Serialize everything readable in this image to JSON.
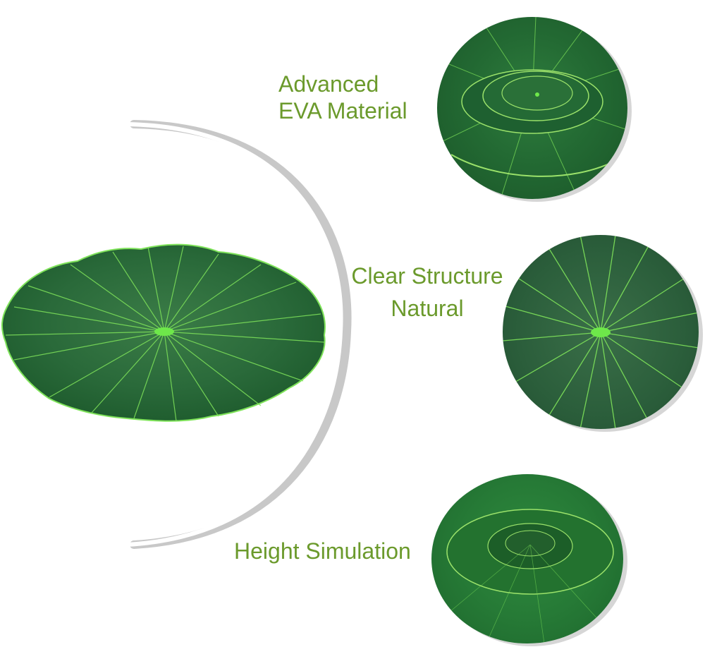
{
  "product": {
    "main_image": "lotus-leaf-main",
    "colors": {
      "text": "#6b9a2c",
      "leaf_dark": "#1f5a32",
      "leaf_mid": "#2d7a3c",
      "vein": "#7fe35a",
      "arc": "#c8c8c8"
    }
  },
  "features": [
    {
      "line1": "Advanced",
      "line2": "EVA Material",
      "image": "stacked-lotus-leaves-closeup"
    },
    {
      "line1": "Clear Structure",
      "line2": "Natural",
      "image": "leaf-vein-closeup"
    },
    {
      "line1": "Height Simulation",
      "line2": "",
      "image": "layered-lotus-leaves"
    }
  ]
}
